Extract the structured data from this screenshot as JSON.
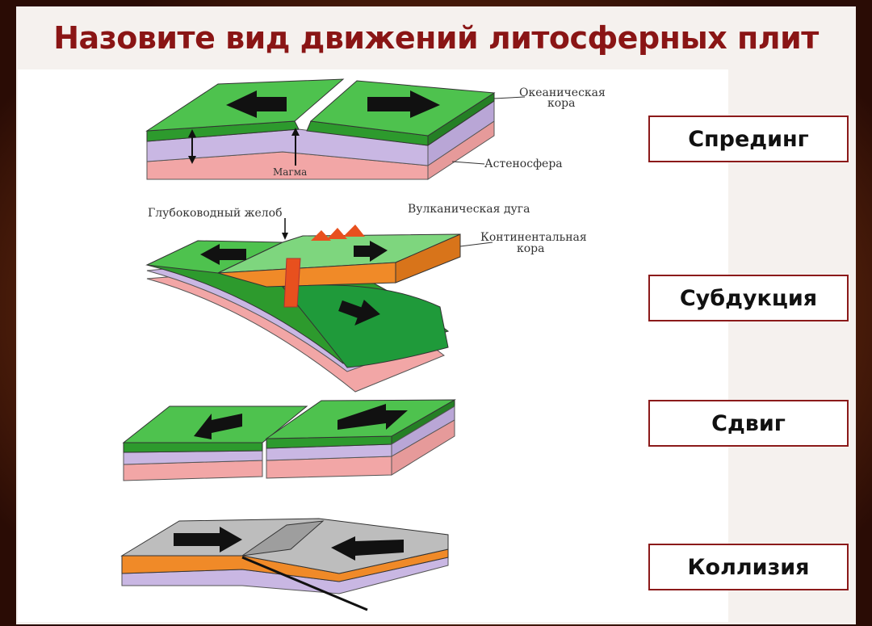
{
  "title": "Назовите вид движений литосферных плит",
  "colors": {
    "title": "#8a1515",
    "crust_green": "#3bb53b",
    "crust_green_light": "#7ed67e",
    "mantle_lilac": "#c9b7e3",
    "asthenosphere_pink": "#f2a6a6",
    "continental_orange": "#f08a28",
    "magma_red": "#e8501e",
    "collision_grey": "#bdbdbd",
    "answer_border": "#8b1a1a"
  },
  "diagram_labels": {
    "oceanic_crust": [
      "Океаническая",
      "кора"
    ],
    "asthenosphere": "Астеносфера",
    "magma": "Магма",
    "trench": "Глубоководный желоб",
    "volcanic_arc": "Вулканическая дуга",
    "continental_crust": [
      "Континентальная",
      "кора"
    ]
  },
  "answers": [
    {
      "label": "Спрединг"
    },
    {
      "label": "Субдукция"
    },
    {
      "label": "Сдвиг"
    },
    {
      "label": "Коллизия"
    }
  ]
}
